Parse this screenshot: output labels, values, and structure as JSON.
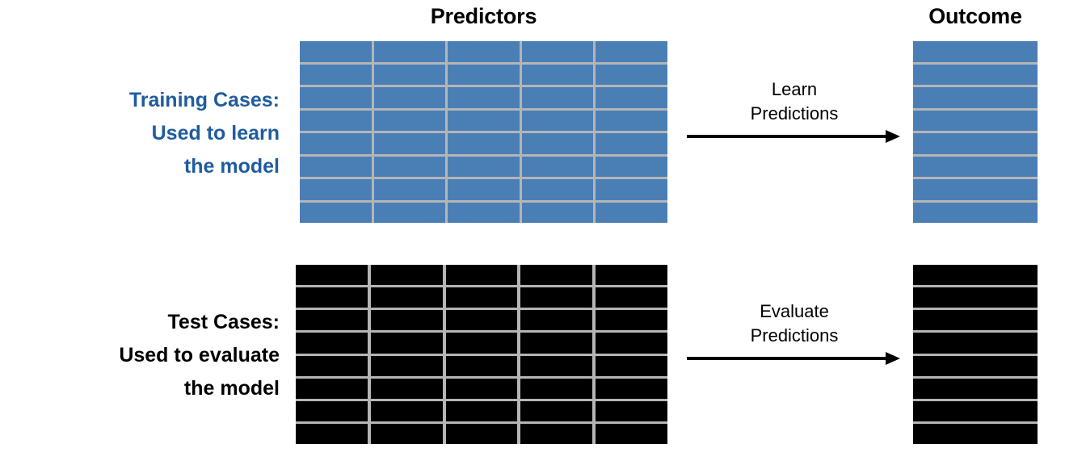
{
  "headers": {
    "predictors": "Predictors",
    "outcome": "Outcome"
  },
  "rows": [
    {
      "id": "training",
      "label_lines": [
        "Training Cases:",
        "Used to learn",
        "the model"
      ],
      "label_color": "#1f5c9e",
      "cell_color": "#4a7fb5",
      "grid_color": "#b5b5b5",
      "predictor_columns": 5,
      "case_rows": 8,
      "outcome_columns": 1,
      "connector": {
        "caption_lines": [
          "Learn",
          "Predictions"
        ],
        "direction": "right",
        "icon": "arrow-right-icon"
      }
    },
    {
      "id": "test",
      "label_lines": [
        "Test Cases:",
        "Used to evaluate",
        "the model"
      ],
      "label_color": "#000000",
      "cell_color": "#000000",
      "grid_color": "#b5b5b5",
      "predictor_columns": 5,
      "case_rows": 8,
      "outcome_columns": 1,
      "connector": {
        "caption_lines": [
          "Evaluate",
          "Predictions"
        ],
        "direction": "right",
        "icon": "arrow-right-icon"
      }
    }
  ],
  "palette": {
    "background": "#ffffff",
    "training_blue": "#4a7fb5",
    "training_text_blue": "#1f5c9e",
    "test_black": "#000000",
    "grid_gray": "#b5b5b5"
  }
}
